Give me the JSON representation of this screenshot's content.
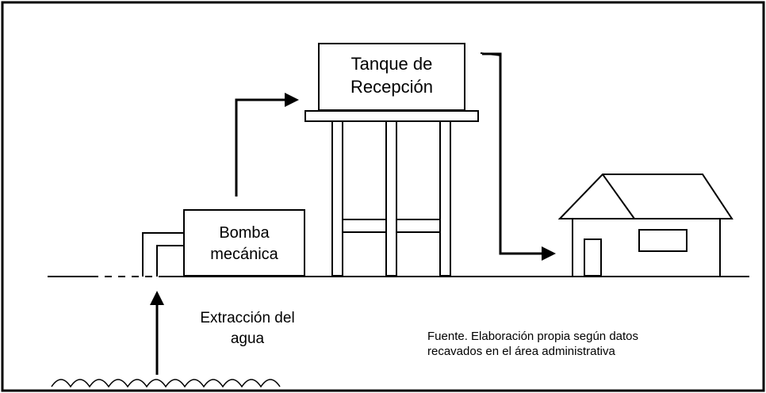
{
  "diagram": {
    "tank_label": [
      "Tanque de",
      "Recepción"
    ],
    "pump_label": [
      "Bomba",
      "mecánica"
    ],
    "extraction_label": [
      "Extracción del",
      "agua"
    ],
    "source_note": [
      "Fuente. Elaboración propia según datos",
      "recavados en el área administrativa"
    ],
    "stroke_color": "#000000",
    "background_color": "#ffffff"
  }
}
